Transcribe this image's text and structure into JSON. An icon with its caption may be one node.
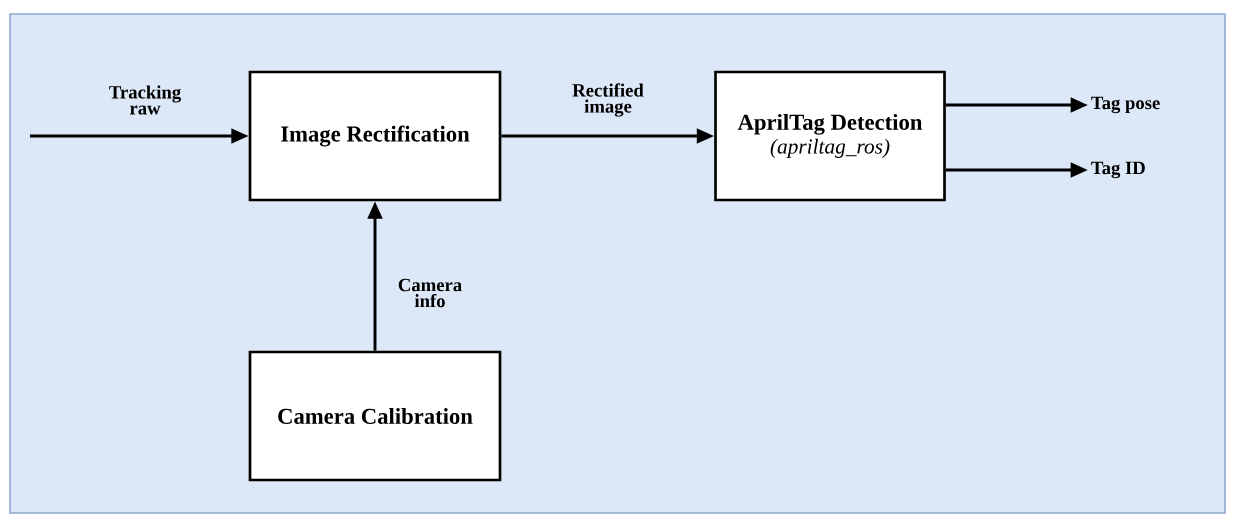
{
  "diagram": {
    "nodes": [
      {
        "text": [],
        "shape": "box"
      },
      {
        "text": [
          "Image Rectification"
        ],
        "in": 0
      },
      {
        "text": [
          "AprilTag Detection",
          "(apriltag_ros)"
        ],
        "in": 0
      },
      {
        "text": [
          "Camera Calibration"
        ],
        "in": 0
      },
      {
        "text": [
          "Tag pose"
        ],
        "in": 0
      },
      {
        "text": [
          "Tag ID"
        ],
        "in": 0
      }
    ],
    "edges": [
      {
        "from": null,
        "to": 1,
        "arrow": "to",
        "label": "Tracking raw"
      },
      {
        "from": 1,
        "to": 2,
        "arrow": "to",
        "label": "Rectified image"
      },
      {
        "from": 3,
        "to": 1,
        "arrow": "to",
        "label": "Camera info"
      },
      {
        "from": 2,
        "to": 4,
        "arrow": "to"
      },
      {
        "from": 2,
        "to": 5,
        "arrow": "to"
      }
    ]
  }
}
